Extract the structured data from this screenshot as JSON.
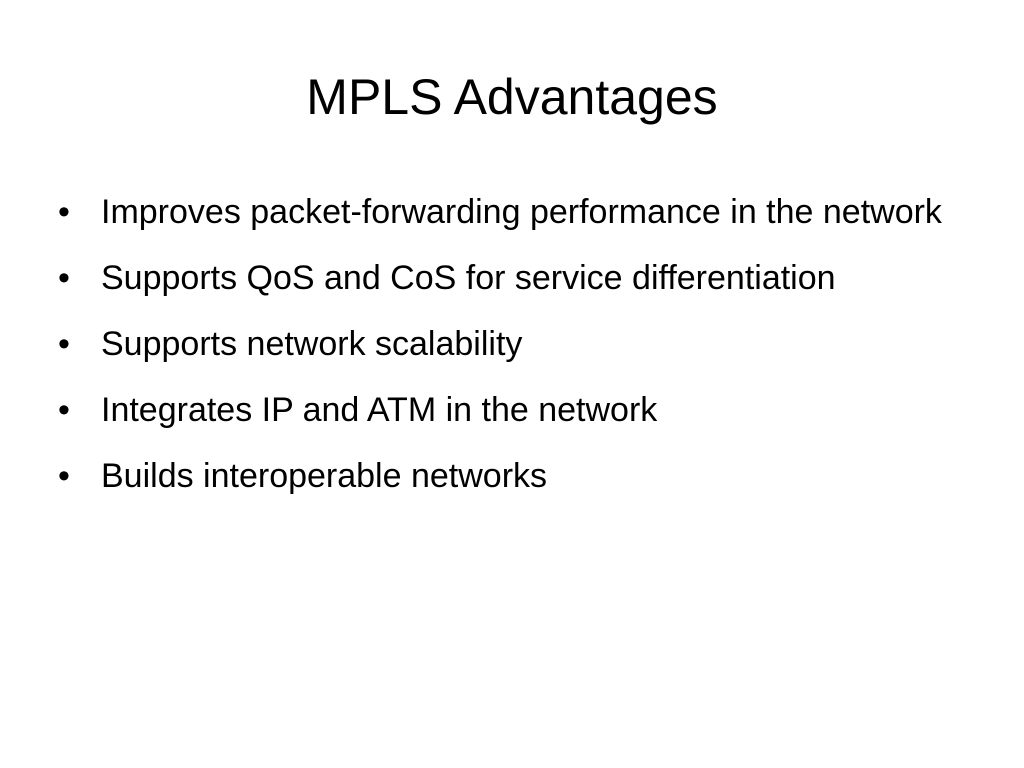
{
  "slide": {
    "title": "MPLS Advantages",
    "bullet_glyph": "•",
    "bullets": [
      "Improves packet-forwarding performance in the network",
      "Supports QoS and CoS for service differentiation",
      "Supports network scalability",
      "Integrates IP and ATM in the network",
      "Builds interoperable networks"
    ]
  }
}
